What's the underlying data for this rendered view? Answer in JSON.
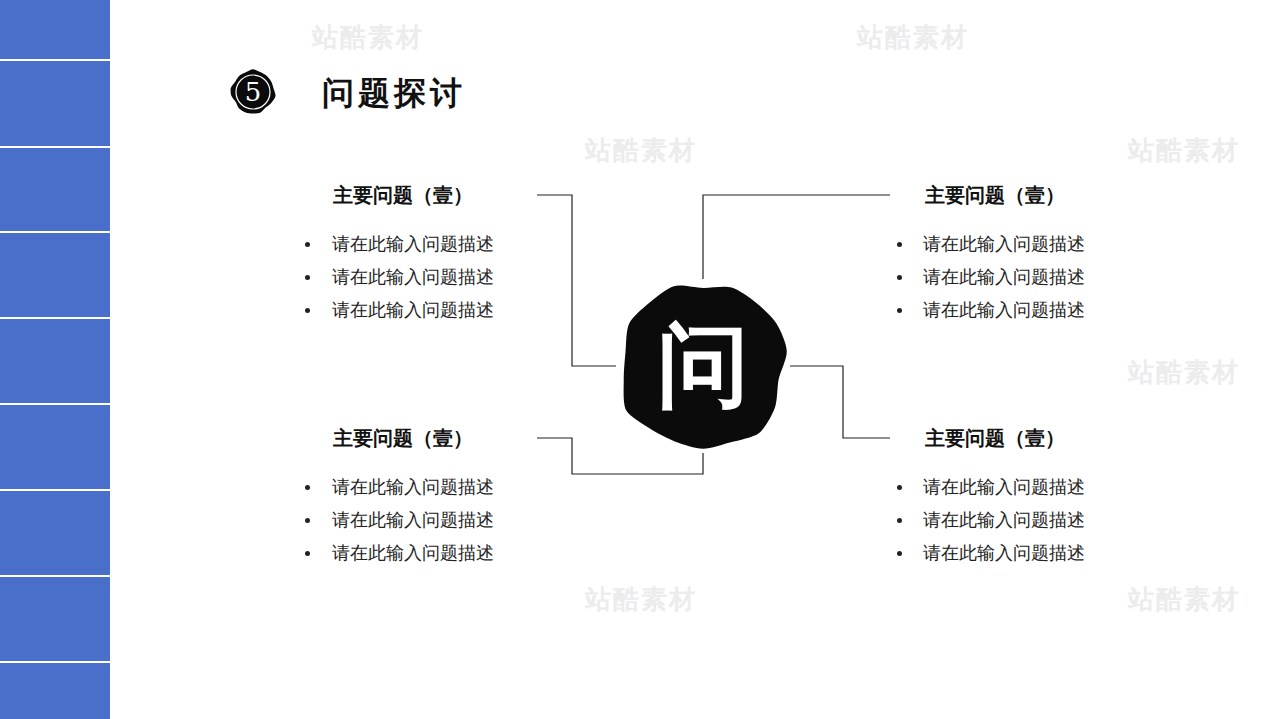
{
  "diagram": {
    "title": "问题探讨",
    "nodes": [
      {
        "text": [
          "5"
        ]
      },
      {
        "text": [
          "主要问题（壹）",
          "请在此输入问题描述",
          "请在此输入问题描述",
          "请在此输入问题描述"
        ]
      },
      {
        "text": [
          "主要问题（壹）",
          "请在此输入问题描述",
          "请在此输入问题描述",
          "请在此输入问题描述"
        ]
      },
      {
        "text": [
          "问"
        ]
      },
      {
        "text": [
          "主要问题（壹）",
          "请在此输入问题描述",
          "请在此输入问题描述",
          "请在此输入问题描述"
        ]
      },
      {
        "text": [
          "主要问题（壹）",
          "请在此输入问题描述",
          "请在此输入问题描述",
          "请在此输入问题描述"
        ]
      }
    ],
    "edges": [
      {
        "from": 1,
        "to": 3,
        "arrow": "none"
      },
      {
        "from": 2,
        "to": 3,
        "arrow": "none"
      },
      {
        "from": 4,
        "to": 3,
        "arrow": "none"
      },
      {
        "from": 5,
        "to": 3,
        "arrow": "none"
      }
    ],
    "labels": [
      "站酷素材",
      "站酷素材",
      "站酷素材",
      "站酷素材",
      "站酷素材",
      "站酷素材",
      "站酷素材"
    ]
  }
}
